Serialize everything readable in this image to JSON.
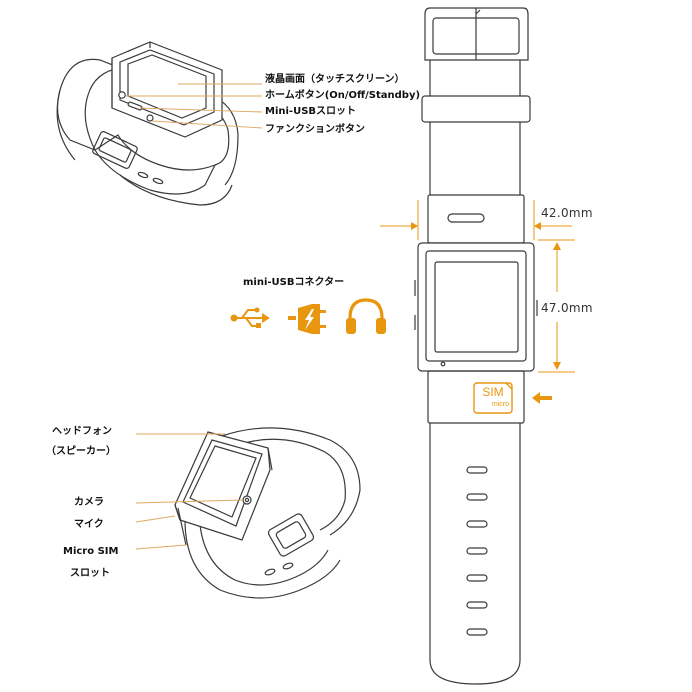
{
  "top_watch_labels": {
    "screen": "液晶画面（タッチスクリーン）",
    "home_button": "ホームボタン(On/Off/Standby)",
    "mini_usb_slot": "Mini-USBスロット",
    "function_button": "ファンクションボタン"
  },
  "bottom_watch_labels": {
    "headphone_line1": "ヘッドフォン",
    "headphone_line2": "（スピーカー）",
    "camera": "カメラ",
    "mic": "マイク",
    "sim_slot_line1": "Micro SIM",
    "sim_slot_line2": "スロット"
  },
  "connector": {
    "title": "mini-USBコネクター",
    "icons": [
      "usb-icon",
      "power-plug-icon",
      "headphone-icon"
    ]
  },
  "dimensions": {
    "width": "42.0mm",
    "height": "47.0mm"
  },
  "sim_badge": {
    "main": "SIM",
    "sub": "micro"
  },
  "colors": {
    "accent": "#E8960F",
    "outline": "#3a3a3a",
    "label_text": "#111111"
  }
}
